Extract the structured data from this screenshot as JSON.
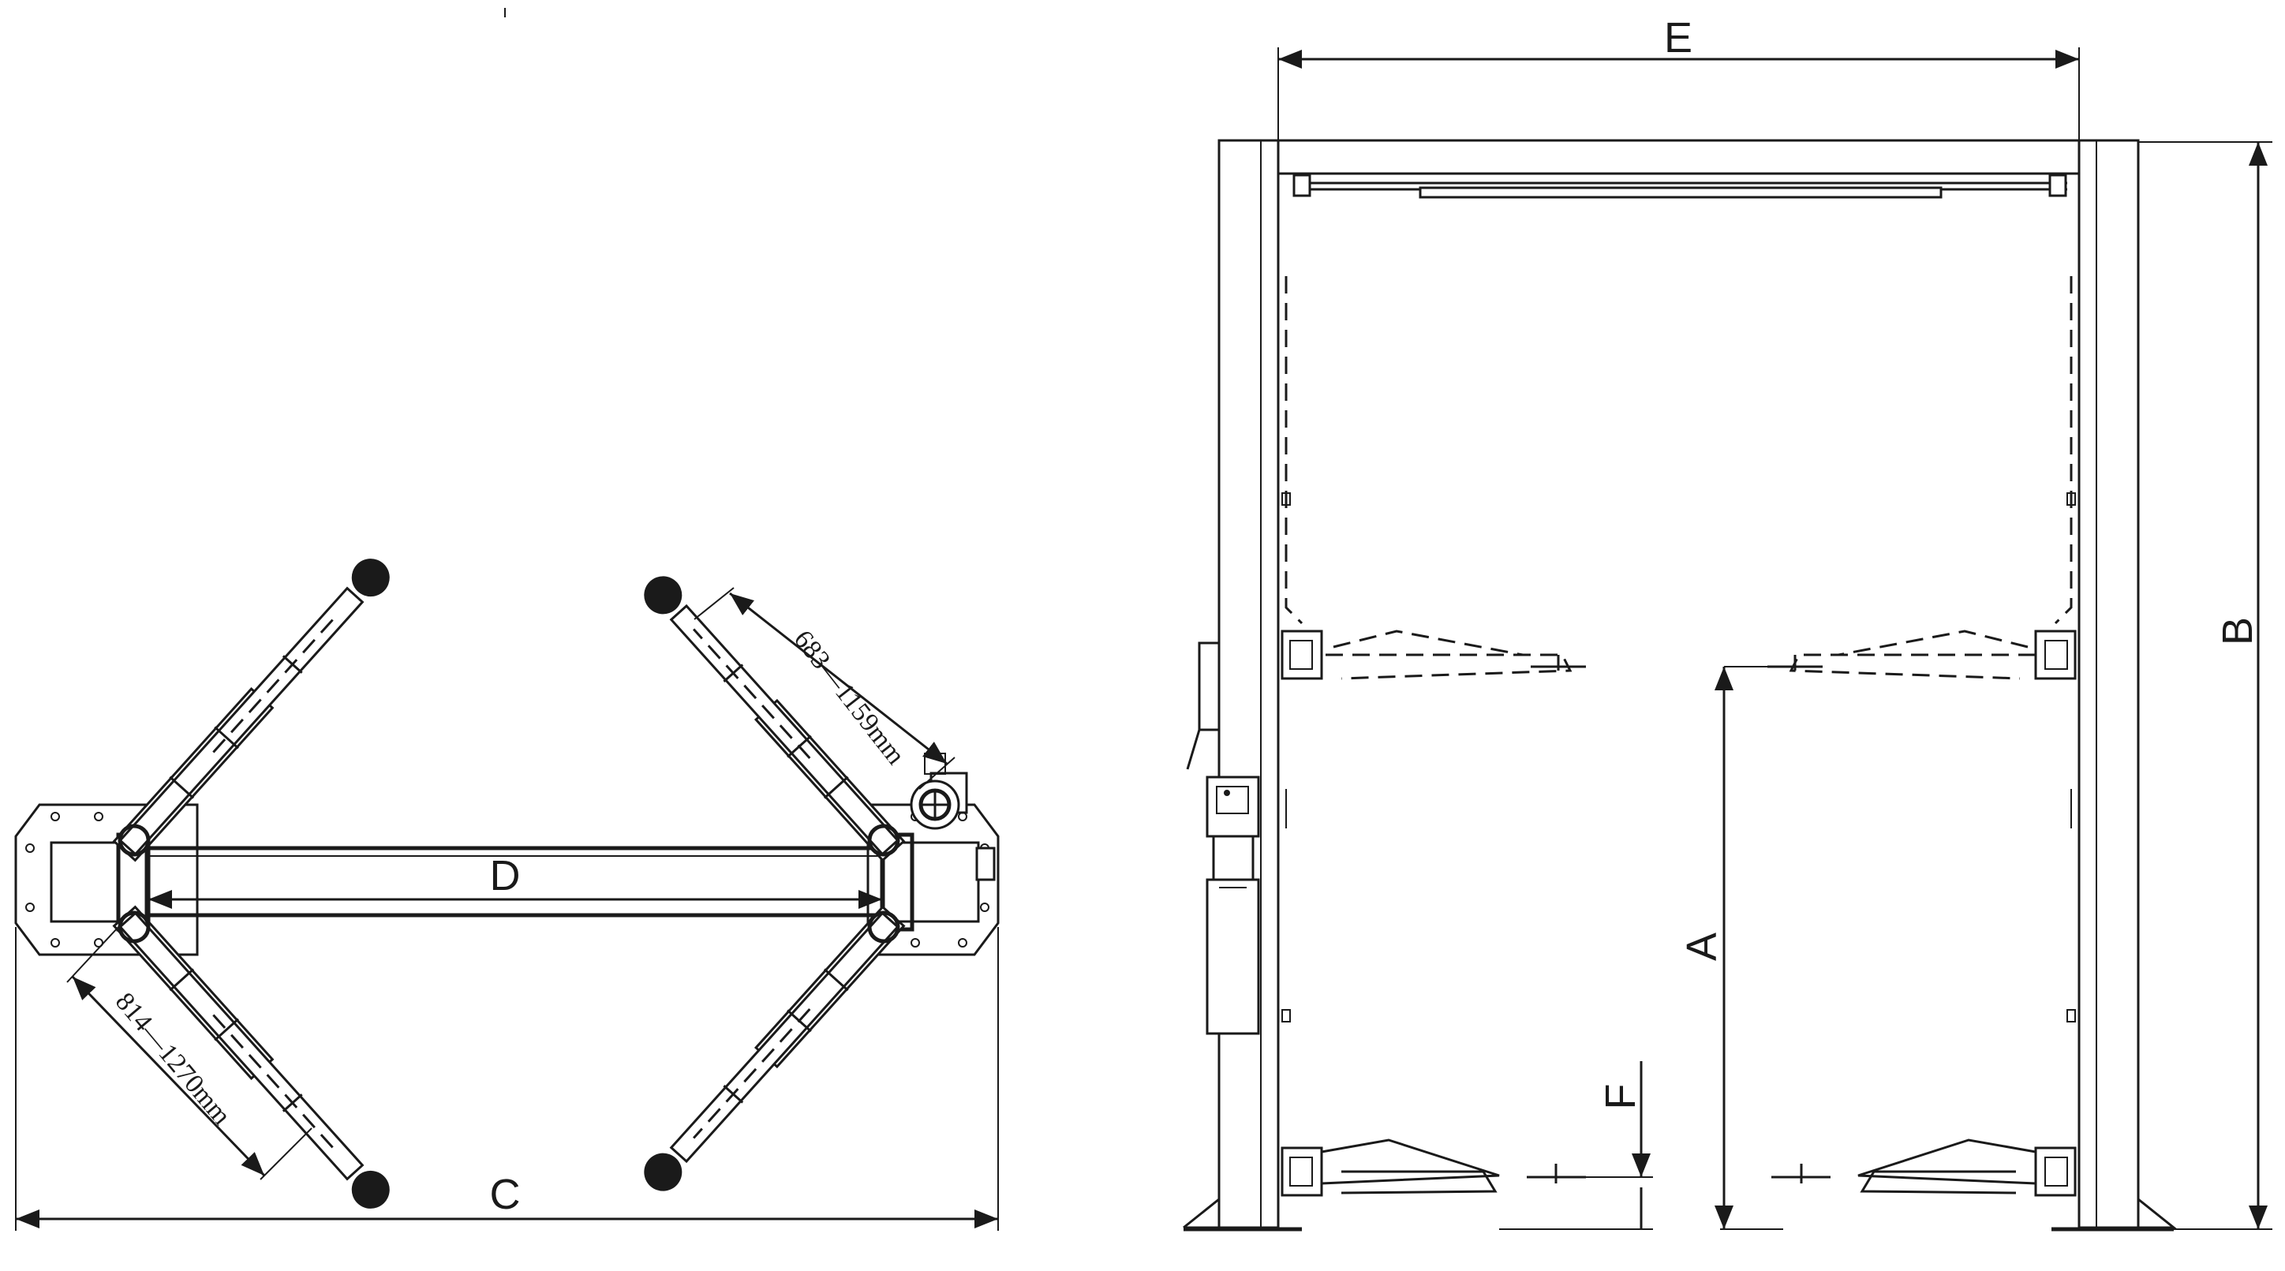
{
  "dimensions": {
    "height_to_top_of_post": "B",
    "overall_width": "E",
    "lifting_height": "A",
    "minimum_pad_height": "F",
    "footprint_width": "C",
    "drive_through_width": "D"
  },
  "arm_reach": {
    "short_arm_range": "683—1159mm",
    "long_arm_range": "814—1270mm"
  },
  "colors": {
    "line": "#1a1a1a",
    "background": "#ffffff"
  }
}
